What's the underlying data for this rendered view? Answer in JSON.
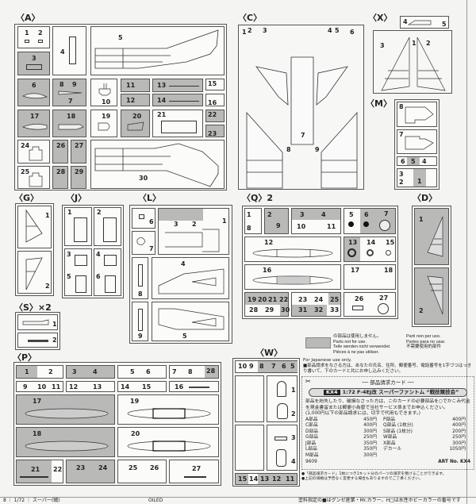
{
  "A": {
    "title": "〈A〉",
    "n": [
      "1",
      "2",
      "3",
      "4",
      "5",
      "6",
      "7",
      "8",
      "9",
      "10",
      "11",
      "12",
      "13",
      "14",
      "15",
      "16",
      "17",
      "18",
      "19",
      "20",
      "21",
      "22",
      "23",
      "24",
      "25",
      "26",
      "27",
      "28",
      "29",
      "30"
    ]
  },
  "C": {
    "title": "〈C〉",
    "n": [
      "1",
      "2",
      "3",
      "4",
      "5",
      "6",
      "7",
      "8",
      "9"
    ]
  },
  "X": {
    "title": "〈X〉",
    "n": [
      "1",
      "2",
      "3",
      "4",
      "5"
    ]
  },
  "M": {
    "title": "〈M〉",
    "n": [
      "1",
      "2",
      "3",
      "4",
      "5",
      "6",
      "7",
      "8"
    ]
  },
  "G": {
    "title": "〈G〉",
    "n": [
      "1",
      "2"
    ]
  },
  "J": {
    "title": "〈J〉",
    "n": [
      "1",
      "2",
      "3",
      "4",
      "5",
      "6"
    ]
  },
  "L": {
    "title": "〈L〉",
    "n": [
      "1",
      "2",
      "3",
      "4",
      "5",
      "6",
      "7",
      "8",
      "9"
    ]
  },
  "S": {
    "title": "〈S〉×2",
    "n": [
      "1",
      "2"
    ]
  },
  "Q": {
    "title": "〈Q〉2",
    "n": [
      "1",
      "2",
      "3",
      "4",
      "5",
      "6",
      "7",
      "8",
      "9",
      "10",
      "11",
      "12",
      "13",
      "14",
      "15",
      "16",
      "17",
      "18",
      "19",
      "20",
      "21",
      "22",
      "23",
      "24",
      "25",
      "26",
      "27",
      "28",
      "29",
      "30",
      "31",
      "32",
      "33"
    ]
  },
  "D": {
    "title": "〈D〉",
    "n": [
      "1",
      "2"
    ]
  },
  "P": {
    "title": "〈P〉",
    "n": [
      "1",
      "2",
      "3",
      "4",
      "5",
      "6",
      "7",
      "8",
      "9",
      "10",
      "11",
      "12",
      "13",
      "14",
      "15",
      "16",
      "17",
      "18",
      "19",
      "20",
      "21",
      "22",
      "23",
      "24",
      "25",
      "26",
      "27",
      "28"
    ]
  },
  "W": {
    "title": "〈W〉",
    "n": [
      "1",
      "2",
      "3",
      "4",
      "5",
      "6",
      "7",
      "8",
      "9",
      "10",
      "11",
      "12",
      "13",
      "14",
      "15"
    ]
  },
  "legend": {
    "jp": "の部品は使用しません。",
    "en": "Parts not for use.",
    "de": "Teile werden nicht verwendet.",
    "fr": "Pièces à ne pas utiliser.",
    "it": "Parti non per uso.",
    "es": "Partes para no usar.",
    "zh": "不需要使用的部件"
  },
  "order": {
    "japan_only": "For Japanese use only.",
    "instructions": "■部品請求をなさる方は、あなたの氏名、住所、郵便番号、電話番号を1字づつはっきり書いて、下のカードと共にお申し込みください。",
    "card_title": "── 部品請求カード ──",
    "code": "KX4",
    "product": "1:72 F-4EJ改 スーパーファントム “戦技競技会”",
    "body": "部品を紛失したり、破損なさった方は、このカードの必要部品を○でかこみ代金を現金書留または郵便小為替で当社サービス係までお申込ください。",
    "note": "(1,000円以下の部品請求には、切手で代用もできます。)",
    "prices_left": [
      {
        "part": "A部品",
        "price": "450円"
      },
      {
        "part": "C部品",
        "price": "400円"
      },
      {
        "part": "D部品",
        "price": "300円"
      },
      {
        "part": "G部品",
        "price": "250円"
      },
      {
        "part": "J部品",
        "price": "350円"
      },
      {
        "part": "L部品",
        "price": "350円"
      },
      {
        "part": "M部品",
        "price": "300円"
      }
    ],
    "prices_right": [
      {
        "part": "P部品",
        "price": "400円"
      },
      {
        "part": "Q部品 (1枚分)",
        "price": "400円"
      },
      {
        "part": "S部品 (1枚分)",
        "price": "200円"
      },
      {
        "part": "W部品",
        "price": "250円"
      },
      {
        "part": "X部品",
        "price": "300円"
      },
      {
        "part": "デカール",
        "price": "1050円"
      }
    ],
    "number": "9609",
    "art_no": "ART No. KX4",
    "footnote1": "●「部品請求カード」1枚につき1キット分のパーツの請求を受けることができます。",
    "footnote2": "●上記の価格は予告なく変更する場合もありますのでご了承ください。"
  },
  "footer": {
    "left": "8  ｜ 1/72  ｜ スーパー(戦)",
    "mid": "OILED",
    "right": "塗料指定の■はグンゼ産業・Mr.カラー、H□は水性ホビーカラーの番号です"
  }
}
